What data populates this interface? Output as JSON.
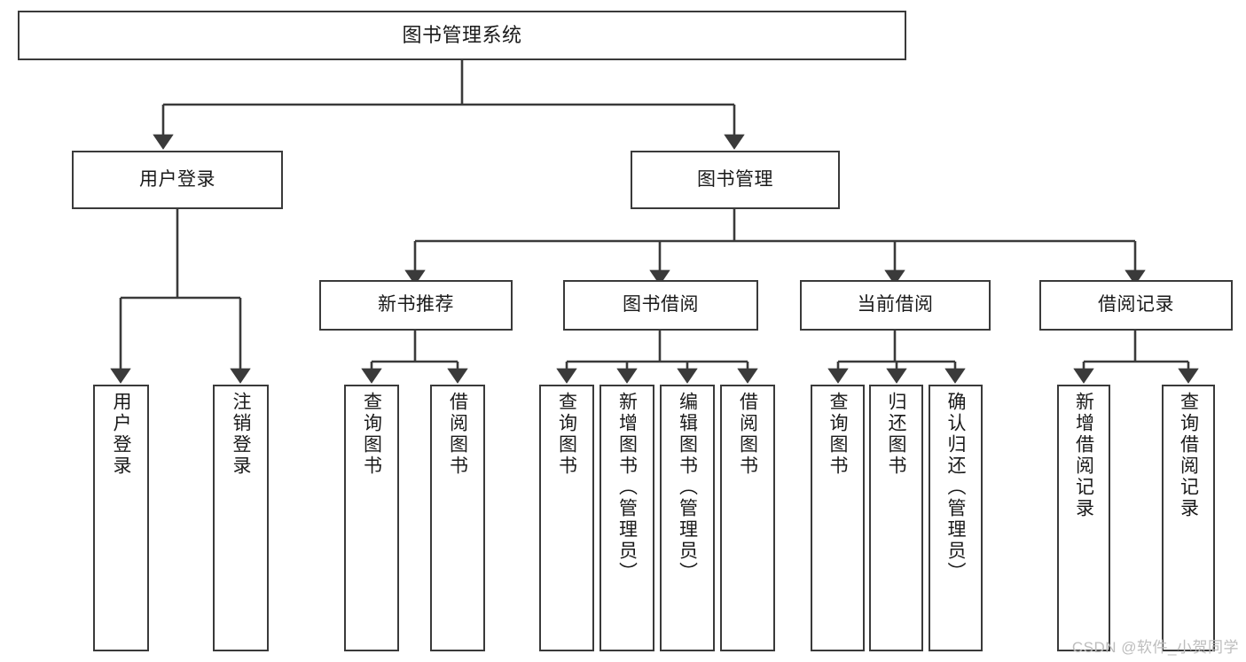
{
  "diagram": {
    "title": "图书管理系统",
    "type": "tree",
    "stroke_color": "#3a3a3a",
    "fill_color": "#ffffff",
    "text_color": "#1a1a1a",
    "root": {
      "label": "图书管理系统"
    },
    "level1": [
      {
        "label": "用户登录"
      },
      {
        "label": "图书管理"
      }
    ],
    "level2": [
      {
        "label": "新书推荐"
      },
      {
        "label": "图书借阅"
      },
      {
        "label": "当前借阅"
      },
      {
        "label": "借阅记录"
      }
    ],
    "leaves": {
      "user_login": [
        {
          "label": "用户登录"
        },
        {
          "label": "注销登录"
        }
      ],
      "new_book_recommend": [
        {
          "label": "查询图书"
        },
        {
          "label": "借阅图书"
        }
      ],
      "book_borrow": [
        {
          "label": "查询图书"
        },
        {
          "label": "新增图书（管理员）"
        },
        {
          "label": "编辑图书（管理员）"
        },
        {
          "label": "借阅图书"
        }
      ],
      "current_borrow": [
        {
          "label": "查询图书"
        },
        {
          "label": "归还图书"
        },
        {
          "label": "确认归还（管理员）"
        }
      ],
      "borrow_record": [
        {
          "label": "新增借阅记录"
        },
        {
          "label": "查询借阅记录"
        }
      ]
    }
  },
  "watermark": {
    "text": "CSDN @软件_小贺同学"
  }
}
